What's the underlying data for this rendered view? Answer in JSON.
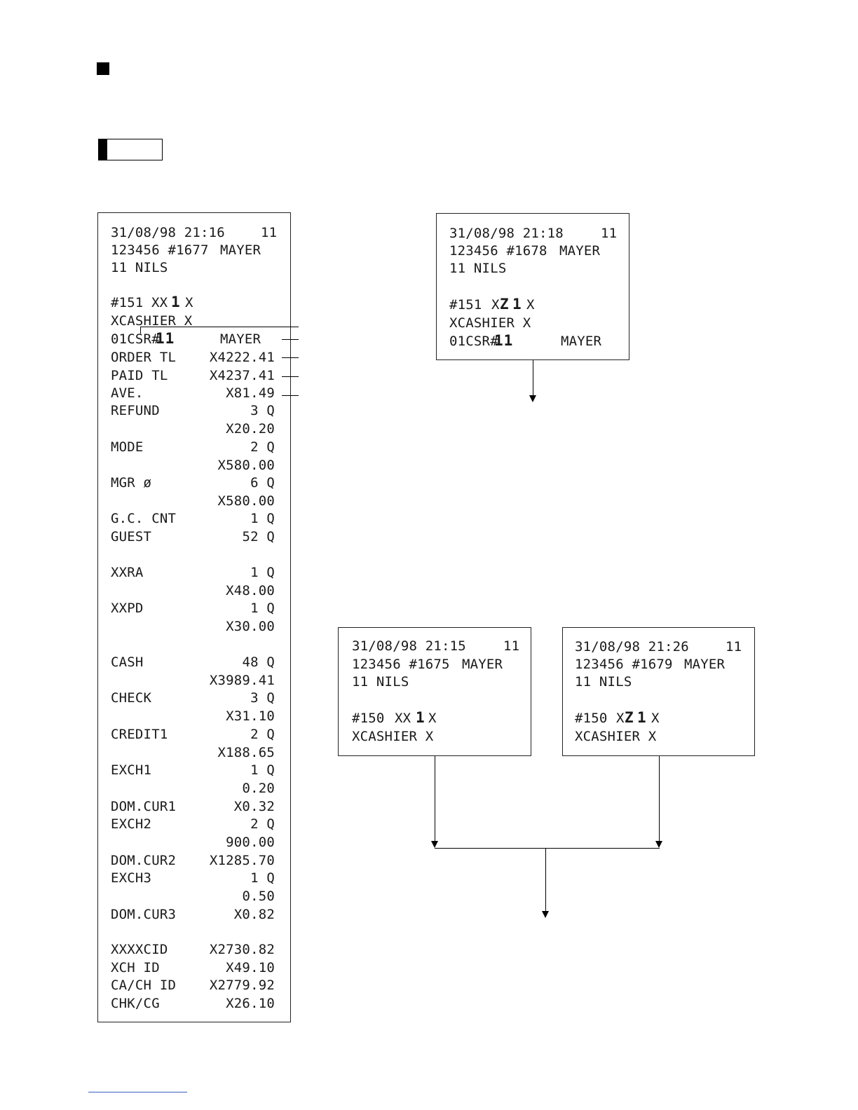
{
  "main_receipt": {
    "header": {
      "datetime": "31/08/98 21:16",
      "machine": "11",
      "store_no": "123456 #1677",
      "clerk": "MAYER",
      "cashier": "11 NILS"
    },
    "report_no": "#151",
    "report_prefix": "XX",
    "report_id": "1",
    "report_suffix": "X",
    "section": "XCASHIER X",
    "cashier_code_prefix": "01CSR#",
    "cashier_code_num": "11",
    "cashier_name": "MAYER",
    "rows": [
      {
        "label": "ORDER TL",
        "value": "X4222.41"
      },
      {
        "label": "PAID TL",
        "value": "X4237.41"
      },
      {
        "label": "AVE.",
        "value": "X81.49"
      },
      {
        "label": "REFUND",
        "value": "3 Q"
      },
      {
        "label": "",
        "value": "X20.20"
      },
      {
        "label": "MODE",
        "value": "2 Q"
      },
      {
        "label": "",
        "value": "X580.00"
      },
      {
        "label": "MGR ø",
        "value": "6 Q"
      },
      {
        "label": "",
        "value": "X580.00"
      },
      {
        "label": "G.C. CNT",
        "value": "1 Q"
      },
      {
        "label": "GUEST",
        "value": "52 Q"
      },
      {
        "label": "XXRA",
        "value": "1 Q"
      },
      {
        "label": "",
        "value": "X48.00"
      },
      {
        "label": "XXPD",
        "value": "1 Q"
      },
      {
        "label": "",
        "value": "X30.00"
      },
      {
        "label": "CASH",
        "value": "48 Q"
      },
      {
        "label": "",
        "value": "X3989.41"
      },
      {
        "label": "CHECK",
        "value": "3 Q"
      },
      {
        "label": "",
        "value": "X31.10"
      },
      {
        "label": "CREDIT1",
        "value": "2 Q"
      },
      {
        "label": "",
        "value": "X188.65"
      },
      {
        "label": "EXCH1",
        "value": "1 Q"
      },
      {
        "label": "",
        "value": "0.20"
      },
      {
        "label": "DOM.CUR1",
        "value": "X0.32"
      },
      {
        "label": "EXCH2",
        "value": "2 Q"
      },
      {
        "label": "",
        "value": "900.00"
      },
      {
        "label": "DOM.CUR2",
        "value": "X1285.70"
      },
      {
        "label": "EXCH3",
        "value": "1 Q"
      },
      {
        "label": "",
        "value": "0.50"
      },
      {
        "label": "DOM.CUR3",
        "value": "X0.82"
      },
      {
        "label": "XXXXCID",
        "value": "X2730.82"
      },
      {
        "label": "XCH ID",
        "value": "X49.10"
      },
      {
        "label": "CA/CH ID",
        "value": "X2779.92"
      },
      {
        "label": "CHK/CG",
        "value": "X26.10"
      }
    ]
  },
  "receipt_z151": {
    "datetime": "31/08/98 21:18",
    "machine": "11",
    "store_no": "123456 #1678",
    "clerk": "MAYER",
    "cashier": "11 NILS",
    "report_no": "#151",
    "report_prefix": "X",
    "report_letter": "Z",
    "report_id": "1",
    "report_suffix": "X",
    "section": "XCASHIER X",
    "cashier_code_prefix": "01CSR#",
    "cashier_code_num": "11",
    "cashier_name": "MAYER"
  },
  "receipt_x150": {
    "datetime": "31/08/98 21:15",
    "machine": "11",
    "store_no": "123456 #1675",
    "clerk": "MAYER",
    "cashier": "11 NILS",
    "report_no": "#150",
    "report_prefix": "XX",
    "report_id": "1",
    "report_suffix": "X",
    "section": "XCASHIER X"
  },
  "receipt_z150": {
    "datetime": "31/08/98 21:26",
    "machine": "11",
    "store_no": "123456 #1679",
    "clerk": "MAYER",
    "cashier": "11 NILS",
    "report_no": "#150",
    "report_prefix": "X",
    "report_letter": "Z",
    "report_id": "1",
    "report_suffix": "X",
    "section": "XCASHIER X"
  }
}
